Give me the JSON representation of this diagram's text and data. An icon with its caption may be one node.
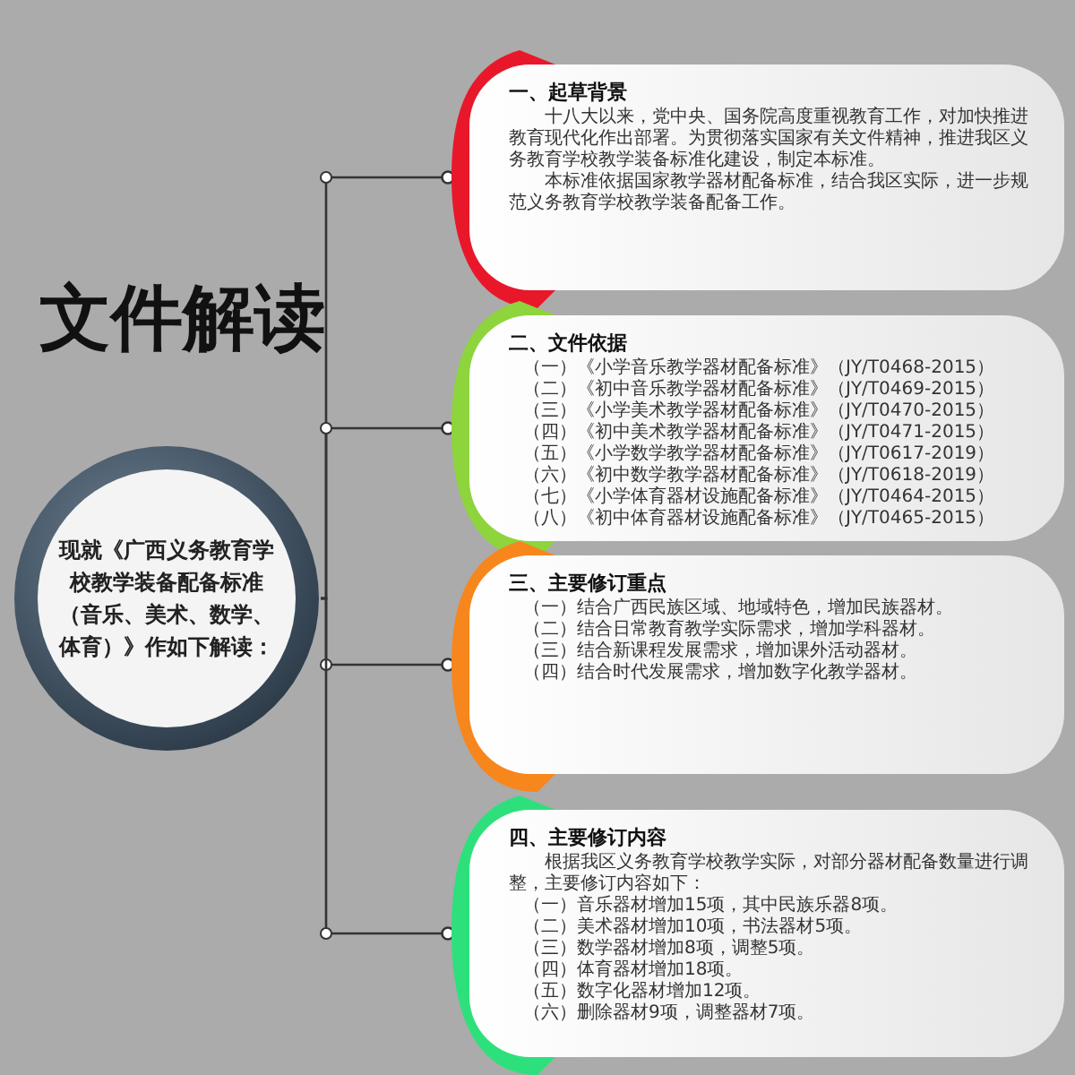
{
  "diagram": {
    "title": "文件解读",
    "nodes": [
      {
        "text": [
          "现就《广西义务教育学校教学装备配备标准（音乐、美术、数学、体育）》作如下解读："
        ]
      },
      {
        "text": [
          "一、起草背景",
          "十八大以来，党中央、国务院高度重视教育工作，对加快推进教育现代化作出部署。为贯彻落实国家有关文件精神，推进我区义务教育学校教学装备标准化建设，制定本标准。",
          "本标准依据国家教学器材配备标准，结合我区实际，进一步规范义务教育学校教学装备配备工作。"
        ]
      },
      {
        "text": [
          "二、文件依据",
          "（一）《小学音乐教学器材配备标准》（JY/T0468-2015）",
          "（二）《初中音乐教学器材配备标准》（JY/T0469-2015）",
          "（三）《小学美术教学器材配备标准》（JY/T0470-2015）",
          "（四）《初中美术教学器材配备标准》（JY/T0471-2015）",
          "（五）《小学数学教学器材配备标准》（JY/T0617-2019）",
          "（六）《初中数学教学器材配备标准》（JY/T0618-2019）",
          "（七）《小学体育器材设施配备标准》（JY/T0464-2015）",
          "（八）《初中体育器材设施配备标准》（JY/T0465-2015）"
        ]
      },
      {
        "text": [
          "三、主要修订重点",
          "（一）结合广西民族区域、地域特色，增加民族器材。",
          "（二）结合日常教育教学实际需求，增加学科器材。",
          "（三）结合新课程发展需求，增加课外活动器材。",
          "（四）结合时代发展需求，增加数字化教学器材。"
        ]
      },
      {
        "text": [
          "四、主要修订内容",
          "根据我区义务教育学校教学实际，对部分器材配备数量进行调整，主要修订内容如下：",
          "（一）音乐器材增加15项，其中民族乐器8项。",
          "（二）美术器材增加10项，书法器材5项。",
          "（三）数学器材增加8项，调整5项。",
          "（四）体育器材增加18项。",
          "（五）数字化器材增加12项。",
          "（六）删除器材9项，调整器材7项。"
        ]
      }
    ],
    "edges": [
      {
        "from": 0,
        "to": 1,
        "arrow": "other"
      },
      {
        "from": 0,
        "to": 2,
        "arrow": "other"
      },
      {
        "from": 0,
        "to": 3,
        "arrow": "other"
      },
      {
        "from": 0,
        "to": 4,
        "arrow": "other"
      }
    ]
  }
}
